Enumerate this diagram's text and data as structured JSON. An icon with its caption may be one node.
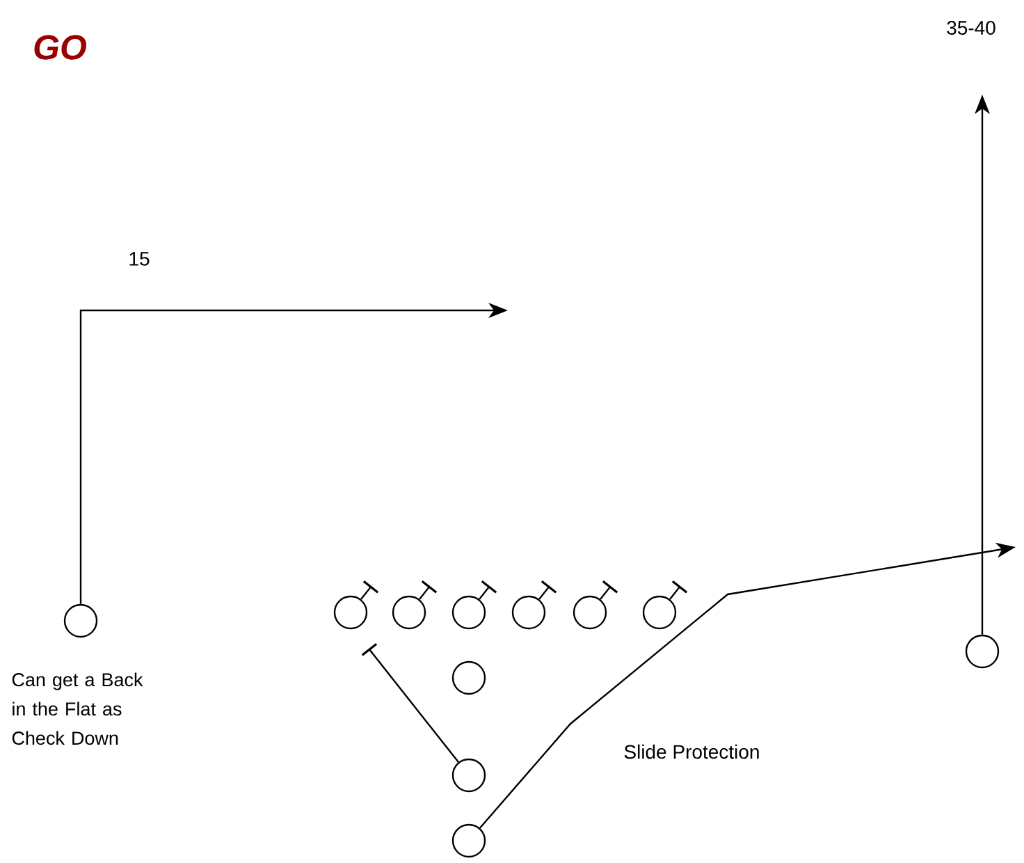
{
  "diagram": {
    "title": "GO",
    "nodes": [
      {
        "text": [],
        "shape": "circle",
        "beside": [
          "Can get a Back in the Flat as Check Down"
        ]
      },
      {
        "text": [],
        "shape": "circle"
      },
      {
        "text": [],
        "shape": "circle"
      },
      {
        "text": [],
        "shape": "circle"
      },
      {
        "text": [],
        "shape": "circle"
      },
      {
        "text": [],
        "shape": "circle"
      },
      {
        "text": [],
        "shape": "circle"
      },
      {
        "text": [],
        "shape": "circle"
      },
      {
        "text": [],
        "shape": "circle"
      },
      {
        "text": [],
        "shape": "circle"
      },
      {
        "text": [],
        "shape": "circle"
      }
    ],
    "edges": [
      {
        "from": 0,
        "to": null,
        "arrow": "to",
        "label": "15"
      },
      {
        "from": 7,
        "to": null,
        "arrow": "to",
        "label": "35-40"
      },
      {
        "from": 10,
        "to": null,
        "arrow": "to"
      },
      {
        "from": 9,
        "to": null,
        "arrow": "other"
      },
      {
        "from": 1,
        "to": null,
        "arrow": "other"
      },
      {
        "from": 2,
        "to": null,
        "arrow": "other"
      },
      {
        "from": 3,
        "to": null,
        "arrow": "other"
      },
      {
        "from": 4,
        "to": null,
        "arrow": "other"
      },
      {
        "from": 5,
        "to": null,
        "arrow": "other"
      },
      {
        "from": 6,
        "to": null,
        "arrow": "other"
      }
    ],
    "labels": [
      "Slide Protection"
    ]
  }
}
